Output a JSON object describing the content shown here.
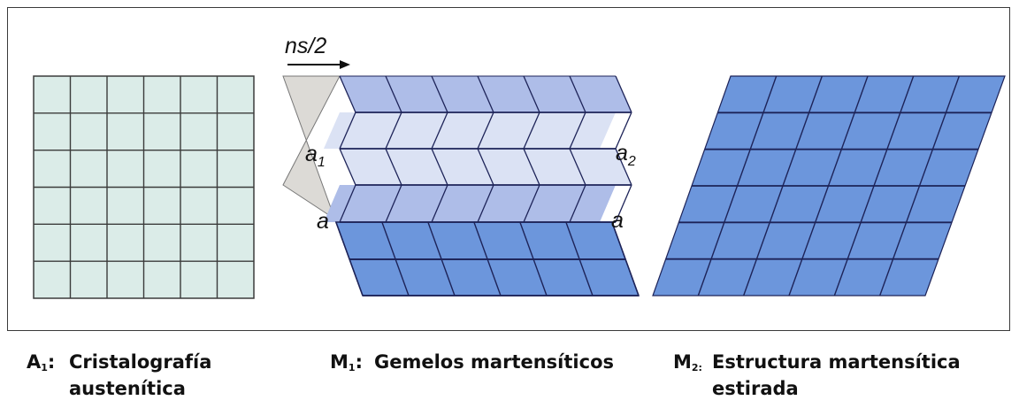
{
  "diagram": {
    "shear_label": "ns/2",
    "labels": {
      "a1": {
        "base": "a",
        "sub": "1"
      },
      "a2": {
        "base": "a",
        "sub": "2"
      },
      "a_left": "a",
      "a_right": "a"
    },
    "colors": {
      "austenite_fill": "#dbece8",
      "austenite_line": "#3b3b3b",
      "martensite_fill": "#6c96dc",
      "twin_light": "#dbe2f4",
      "twin_mid": "#aebde8",
      "grid_line": "#1d2358",
      "side_face": "#dcdad6",
      "frame": "#3a3a3a"
    },
    "grid": {
      "columns": 6,
      "rows": 6
    }
  },
  "captions": [
    {
      "symbol": "A",
      "sub": "1",
      "sep": ":",
      "lines": [
        "Cristalografía",
        "austenítica"
      ]
    },
    {
      "symbol": "M",
      "sub": "1",
      "sep": ":",
      "lines": [
        "Gemelos martensíticos"
      ]
    },
    {
      "symbol": "M",
      "sub": "2:",
      "sep": "",
      "lines": [
        "Estructura martensítica",
        "estirada"
      ]
    }
  ]
}
